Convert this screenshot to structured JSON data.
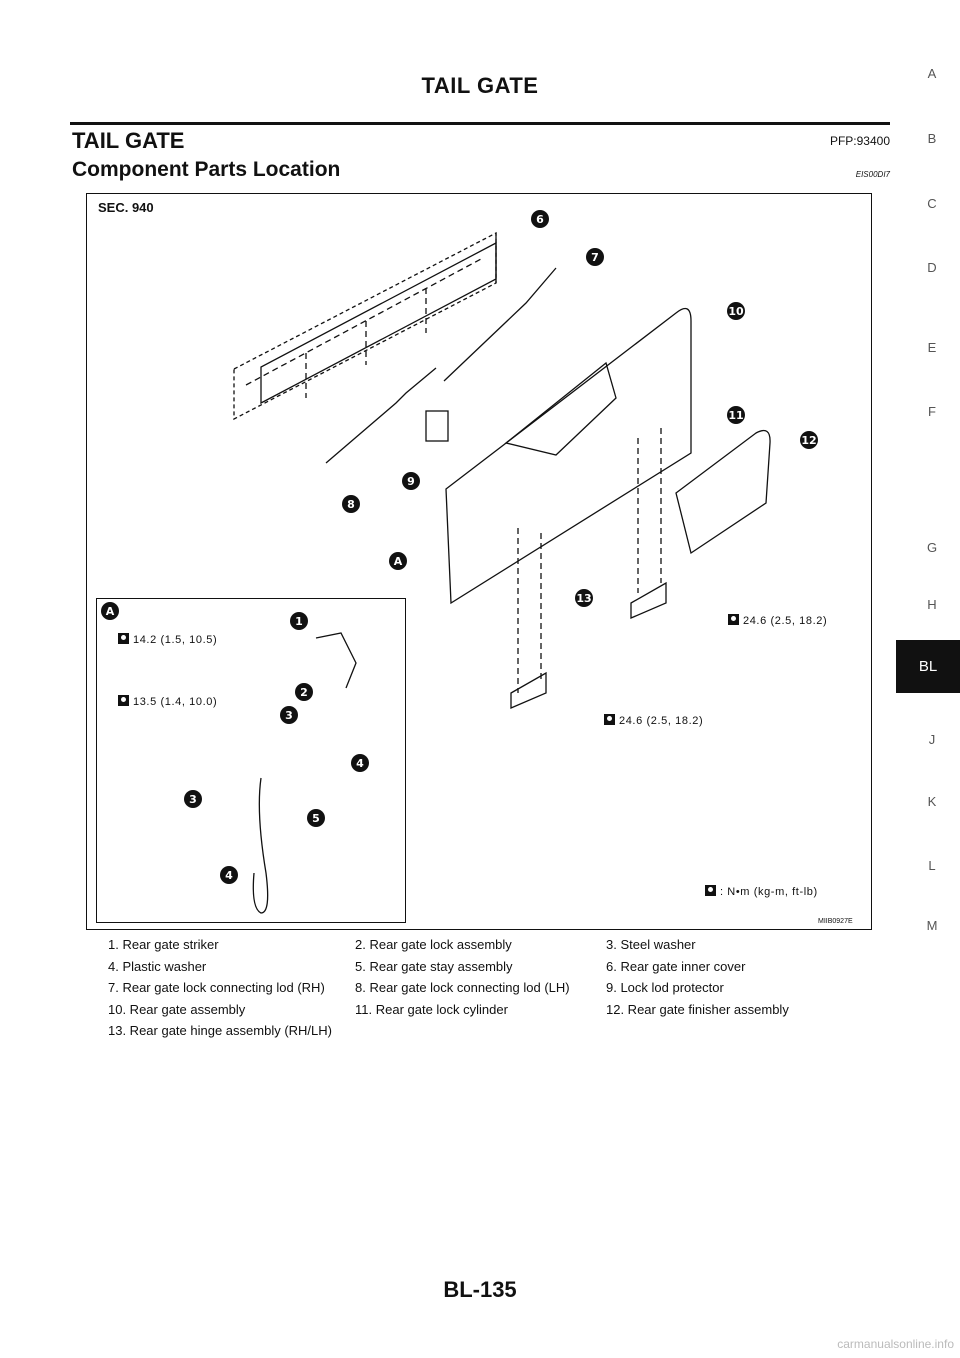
{
  "header": {
    "title": "TAIL GATE"
  },
  "section": {
    "title": "TAIL GATE",
    "code": "PFP:93400"
  },
  "subsection": {
    "title": "Component Parts Location",
    "code": "EIS00DI7"
  },
  "side_index": [
    "A",
    "B",
    "C",
    "D",
    "E",
    "F",
    "G",
    "H",
    "BL",
    "J",
    "K",
    "L",
    "M"
  ],
  "side_active": "BL",
  "figure": {
    "sec_label": "SEC. 940",
    "detail_label": "A",
    "callouts": [
      "1",
      "2",
      "3",
      "4",
      "5",
      "6",
      "7",
      "8",
      "9",
      "10",
      "11",
      "12",
      "13",
      "A",
      "3",
      "4"
    ],
    "torques": {
      "t1": "14.2 (1.5, 10.5)",
      "t2": "13.5 (1.4, 10.0)",
      "t3": "24.6 (2.5, 18.2)",
      "t4": "24.6 (2.5, 18.2)",
      "unit": ": N•m (kg-m, ft-lb)"
    },
    "code": "MIIB0927E"
  },
  "legend": [
    [
      "1.    Rear gate striker",
      "2.    Rear gate lock assembly",
      "3.    Steel washer"
    ],
    [
      "4.    Plastic washer",
      "5.    Rear gate stay assembly",
      "6.    Rear gate inner cover"
    ],
    [
      "7.    Rear gate lock connecting lod (RH)",
      "8.    Rear gate lock connecting lod (LH)",
      "9.    Lock lod protector"
    ],
    [
      "10.  Rear gate assembly",
      "11.  Rear gate lock cylinder",
      "12.  Rear gate finisher assembly"
    ],
    [
      "13.  Rear gate hinge assembly (RH/LH)",
      "",
      ""
    ]
  ],
  "footer": {
    "page": "BL-135"
  },
  "watermark": "carmanualsonline.info"
}
